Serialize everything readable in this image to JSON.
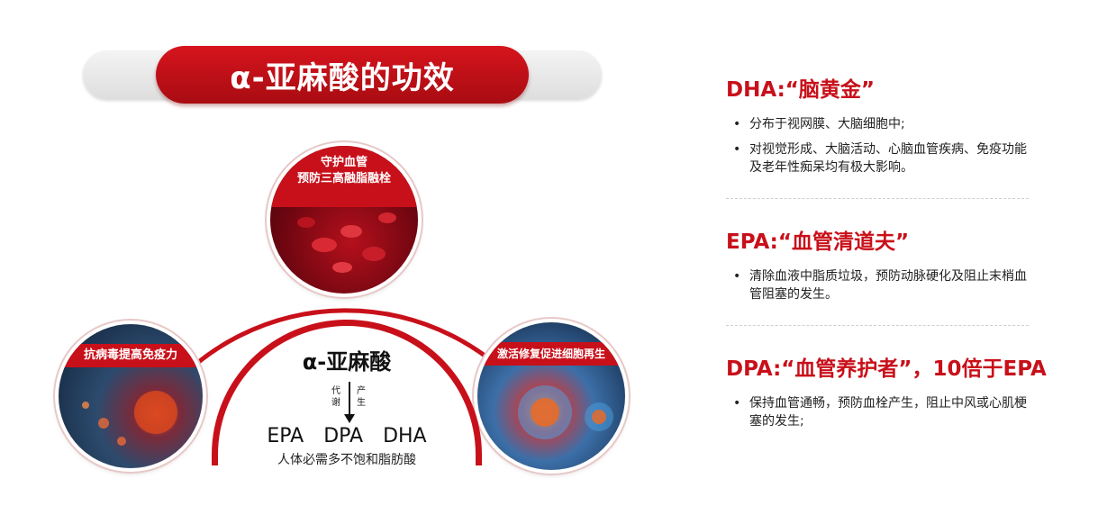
{
  "title": "α-亚麻酸的功效",
  "diagram": {
    "top_label_line1": "守护血管",
    "top_label_line2": "预防三高融脂融栓",
    "left_label": "抗病毒提高免疫力",
    "right_label": "激活修复促进细胞再生",
    "center_title": "α-亚麻酸",
    "arrow_left_text": "代谢",
    "arrow_right_text": "产生",
    "fatty_acids": [
      "EPA",
      "DPA",
      "DHA"
    ],
    "center_subtitle": "人体必需多不饱和脂肪酸"
  },
  "sections": [
    {
      "title": "DHA:“脑黄金”",
      "bullets": [
        "分布于视网膜、大脑细胞中;",
        "对视觉形成、大脑活动、心脑血管疾病、免疫功能及老年性痴呆均有极大影响。"
      ]
    },
    {
      "title": "EPA:“血管清道夫”",
      "bullets": [
        "清除血液中脂质垃圾，预防动脉硬化及阻止末梢血管阻塞的发生。"
      ]
    },
    {
      "title": "DPA:“血管养护者”，10倍于EPA",
      "bullets": [
        "保持血管通畅，预防血栓产生，阻止中风或心肌梗塞的发生;"
      ]
    }
  ],
  "colors": {
    "accent": "#c8101a"
  }
}
